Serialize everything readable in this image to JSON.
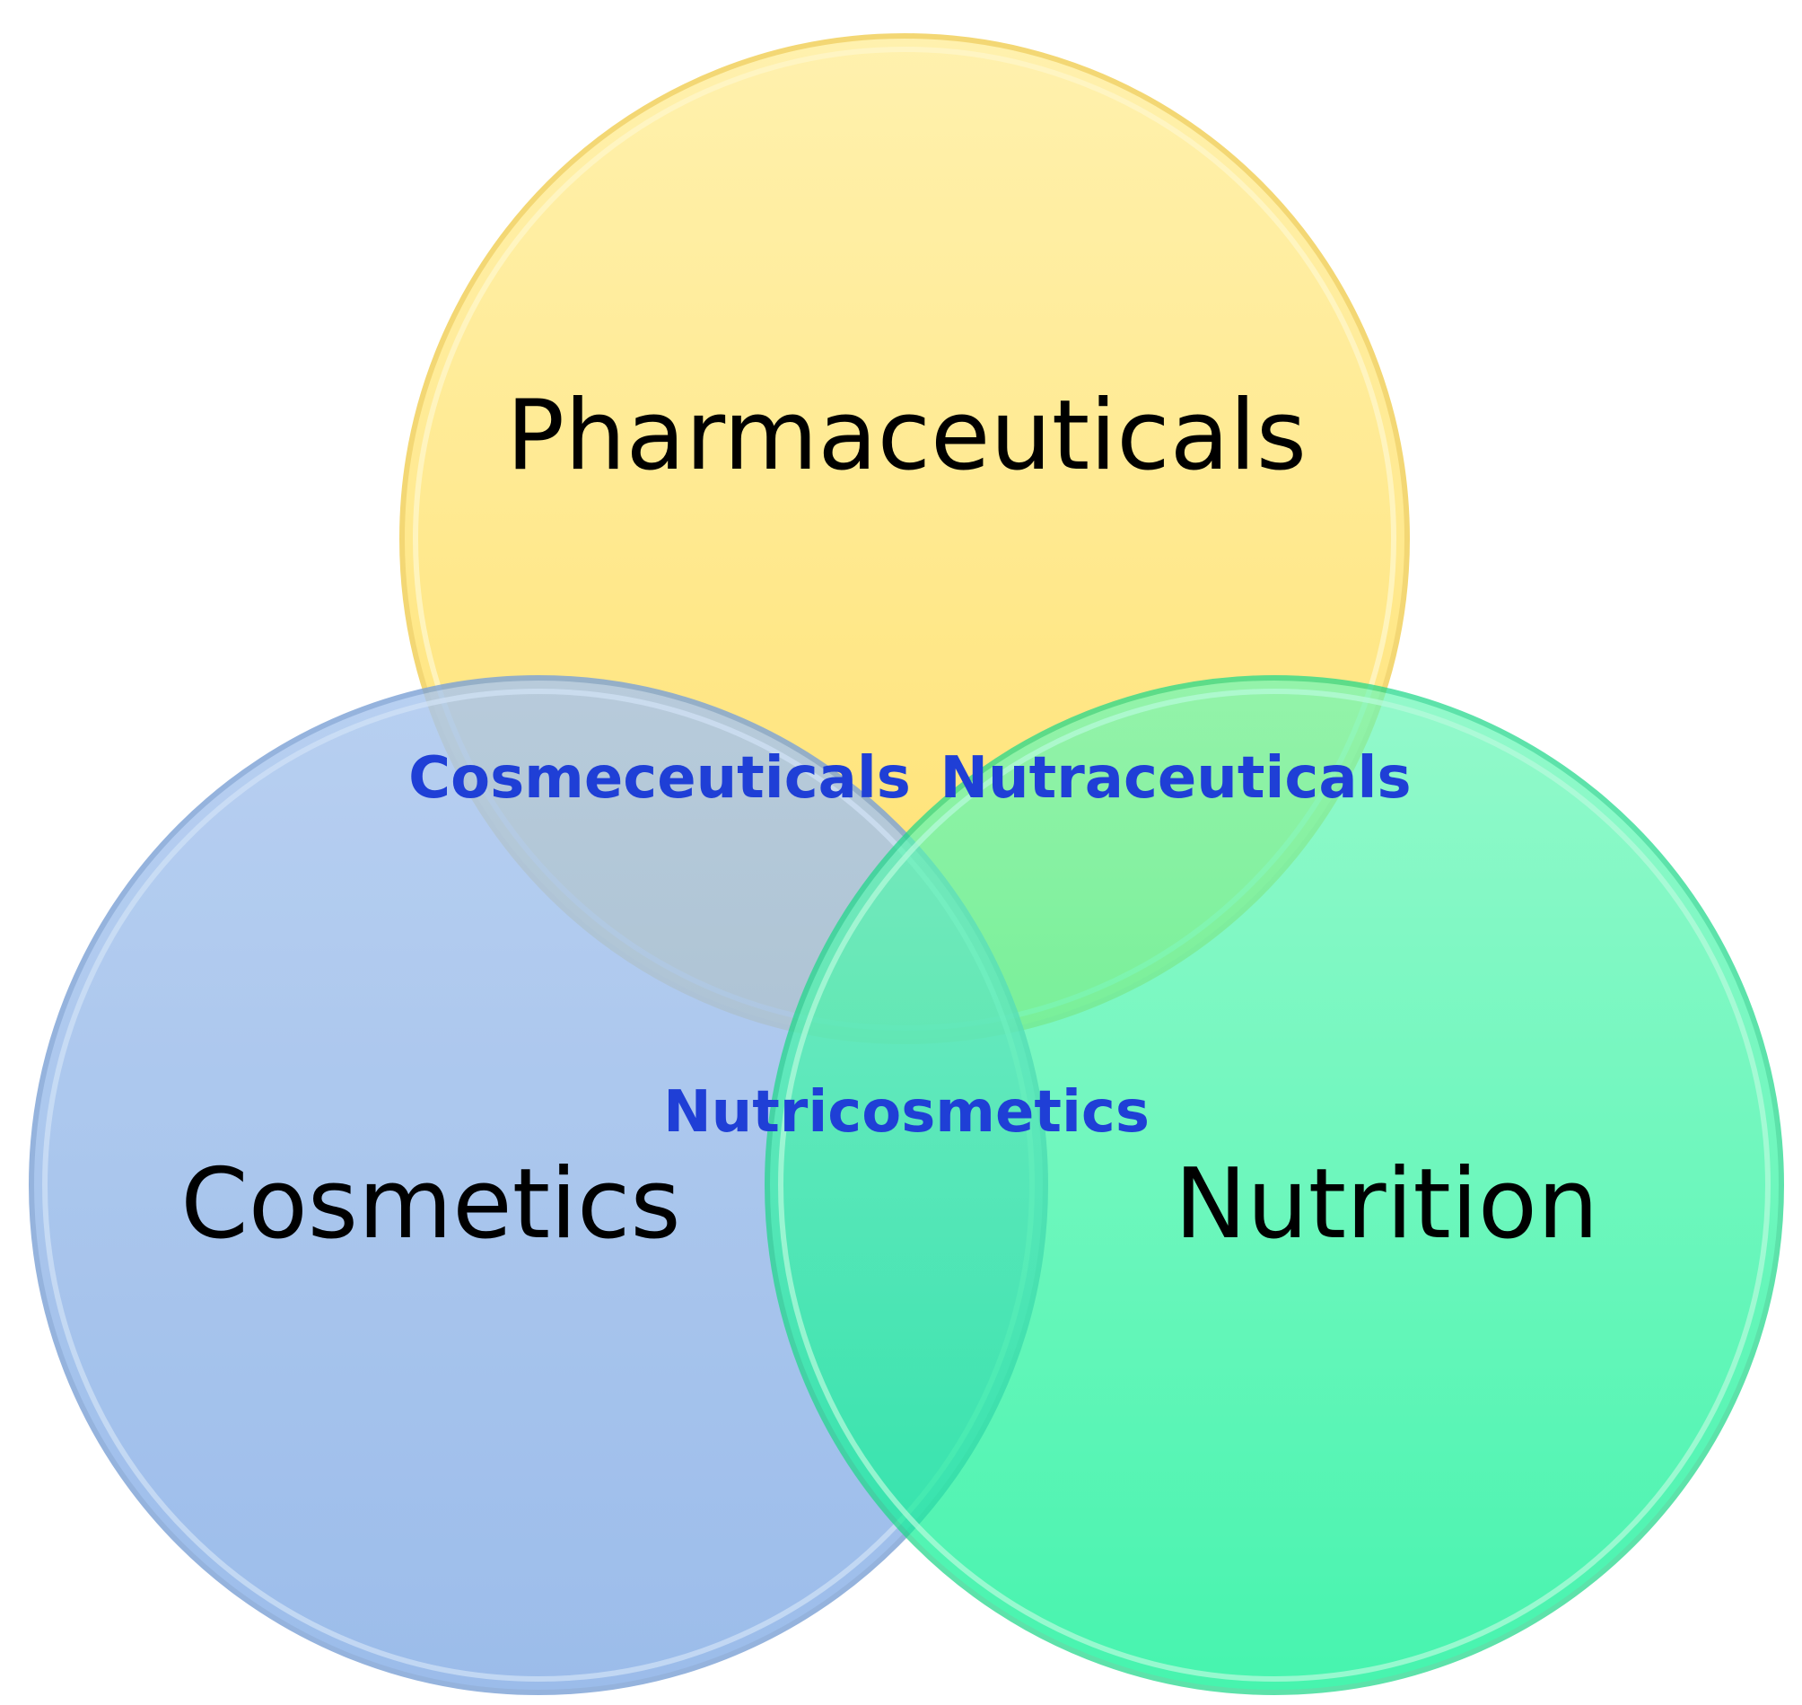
{
  "diagram": {
    "type": "venn",
    "sets": [
      {
        "id": "pharma",
        "label": "Pharmaceuticals",
        "color": "#FFE066"
      },
      {
        "id": "cosmetics",
        "label": "Cosmetics",
        "color": "#8FB4E6"
      },
      {
        "id": "nutrition",
        "label": "Nutrition",
        "color": "#22F59A"
      }
    ],
    "overlaps": {
      "pharma_cosmetics": "Cosmeceuticals",
      "pharma_nutrition": "Nutraceuticals",
      "cosmetics_nutrition": "Nutricosmetics"
    }
  }
}
